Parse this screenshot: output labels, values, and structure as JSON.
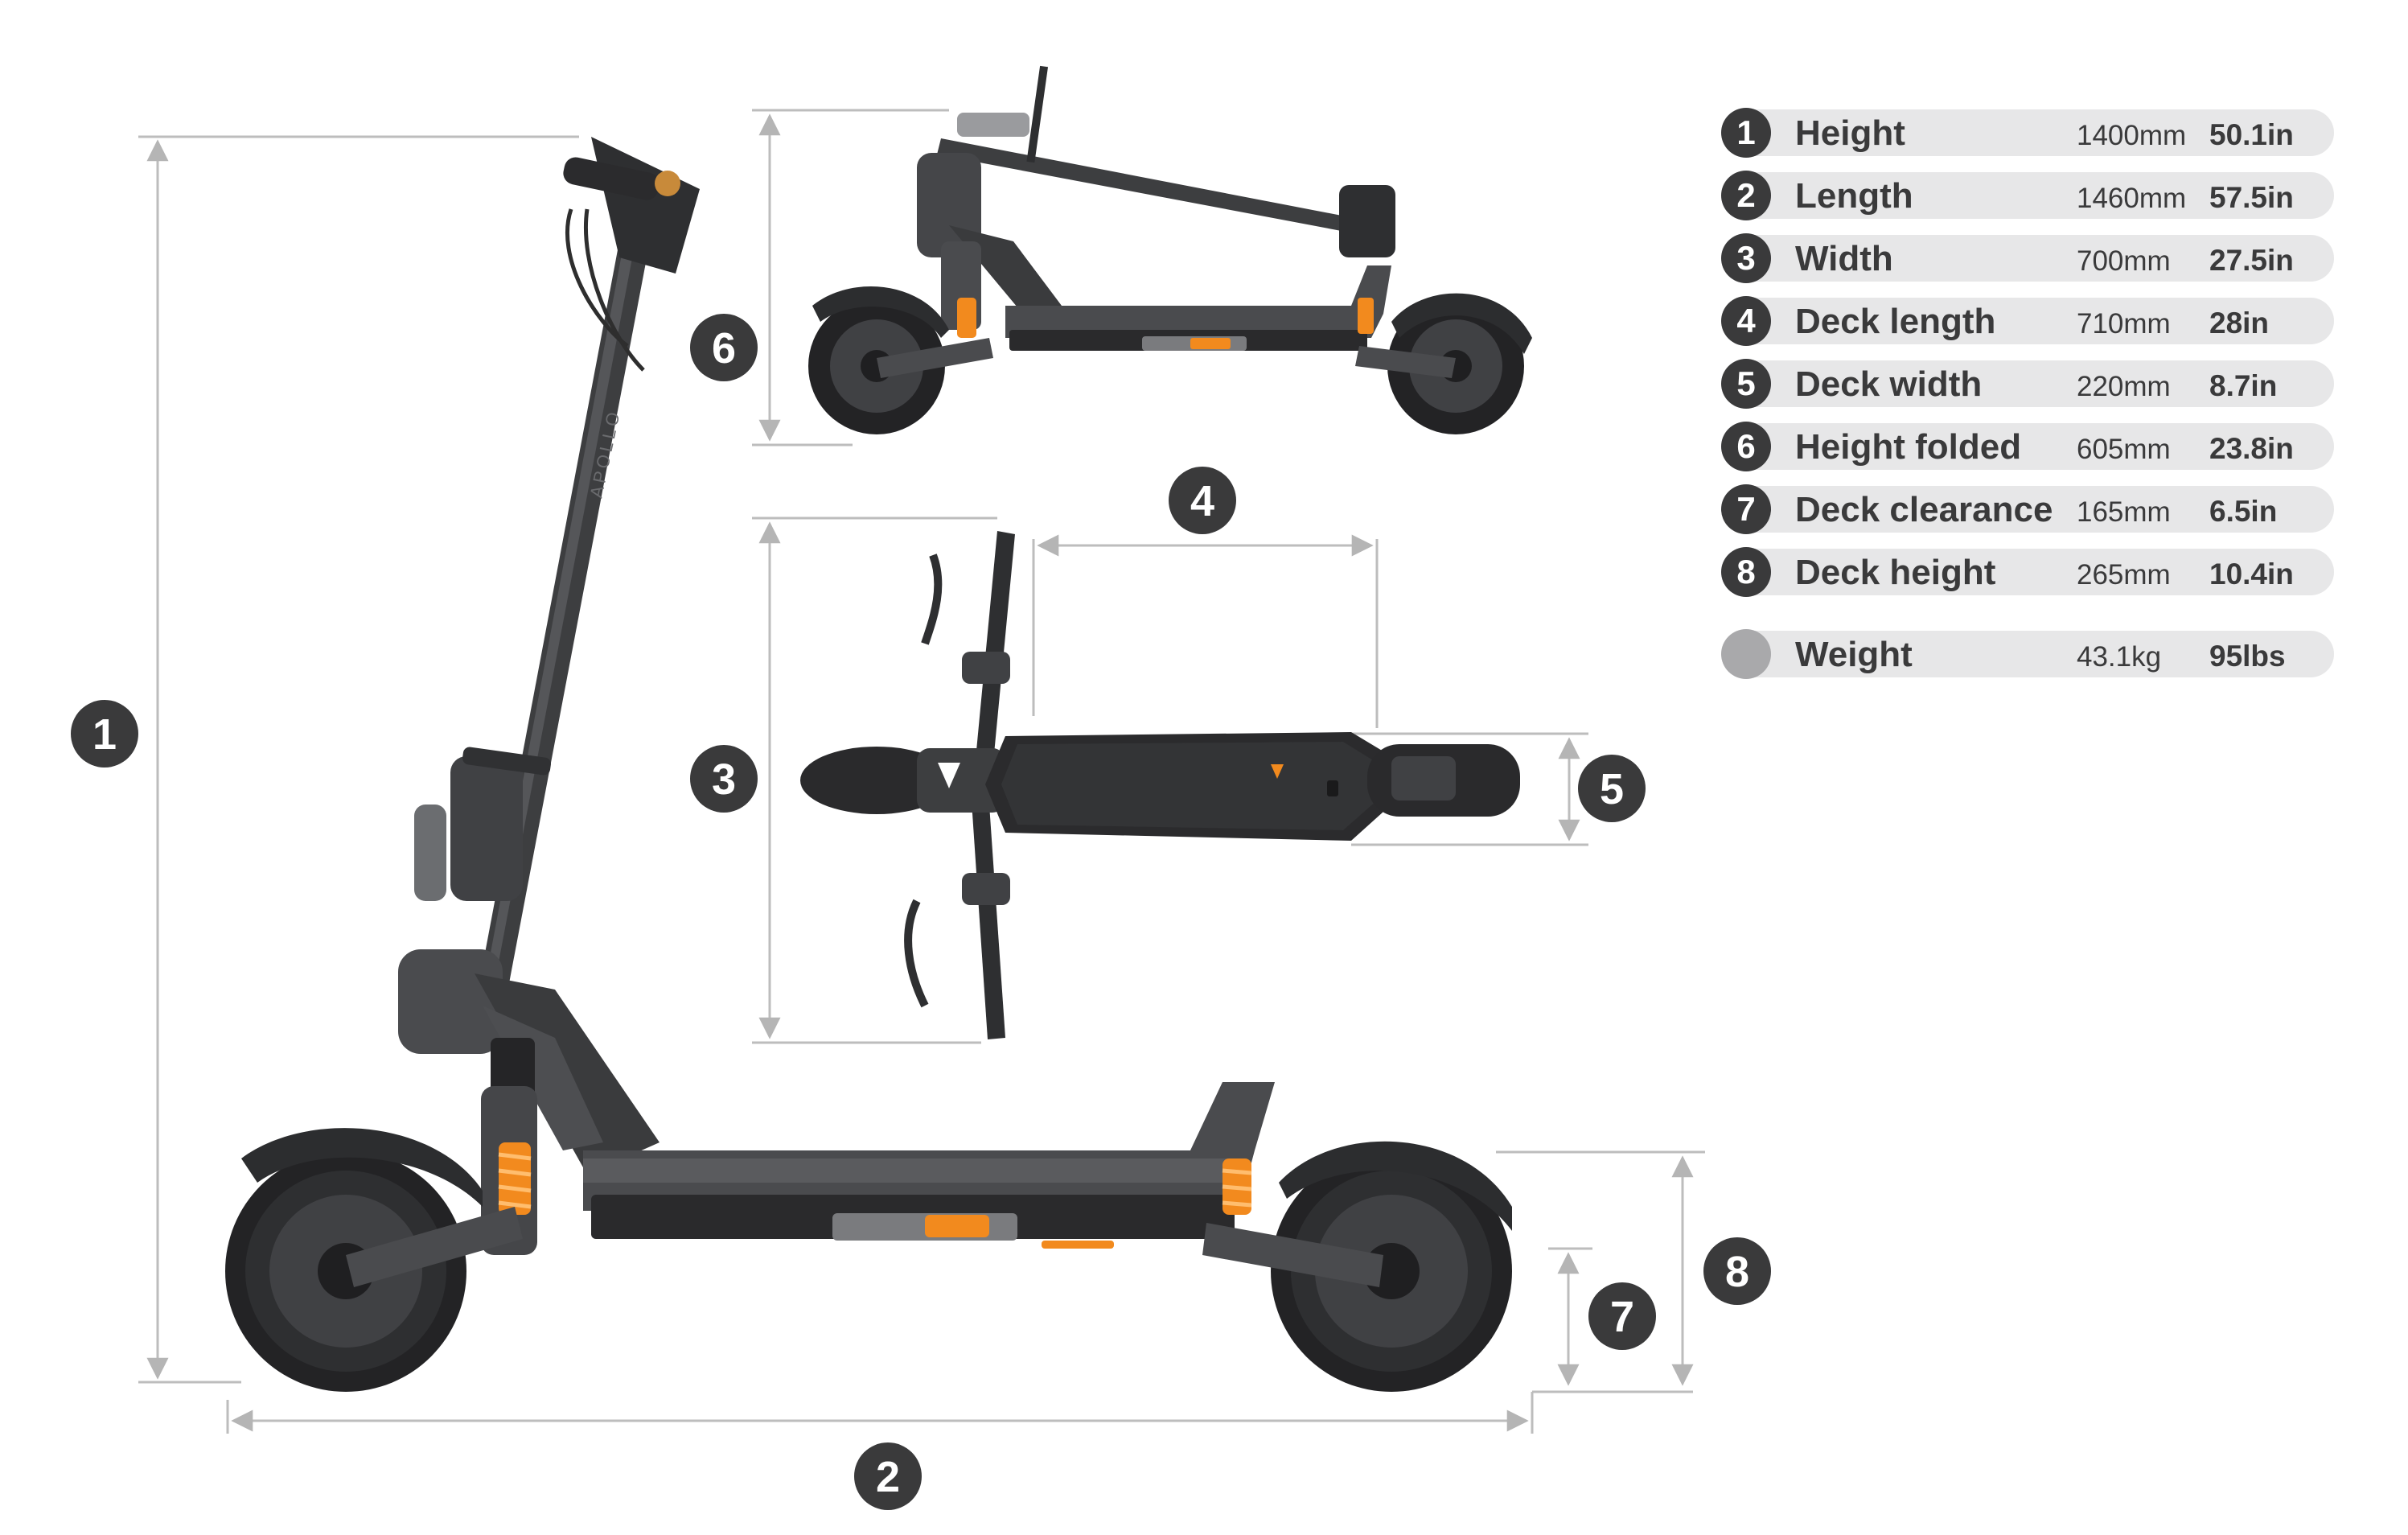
{
  "callouts": {
    "c1": "1",
    "c2": "2",
    "c3": "3",
    "c4": "4",
    "c5": "5",
    "c6": "6",
    "c7": "7",
    "c8": "8"
  },
  "frame_logo": "APOLLO",
  "specs": [
    {
      "badge": "1",
      "label": "Height",
      "mm": "1400mm",
      "in": "50.1in"
    },
    {
      "badge": "2",
      "label": "Length",
      "mm": "1460mm",
      "in": "57.5in"
    },
    {
      "badge": "3",
      "label": "Width",
      "mm": "700mm",
      "in": "27.5in"
    },
    {
      "badge": "4",
      "label": "Deck length",
      "mm": "710mm",
      "in": "28in"
    },
    {
      "badge": "5",
      "label": "Deck width",
      "mm": "220mm",
      "in": "8.7in"
    },
    {
      "badge": "6",
      "label": "Height folded",
      "mm": "605mm",
      "in": "23.8in"
    },
    {
      "badge": "7",
      "label": "Deck clearance",
      "mm": "165mm",
      "in": "6.5in"
    },
    {
      "badge": "8",
      "label": "Deck height",
      "mm": "265mm",
      "in": "10.4in"
    }
  ],
  "weight": {
    "label": "Weight",
    "kg": "43.1kg",
    "lbs": "95lbs"
  },
  "colors": {
    "dark": "#3a3a3b",
    "pill": "#e7e7e8",
    "accent": "#f28a1e",
    "line": "#bdbdbd"
  }
}
